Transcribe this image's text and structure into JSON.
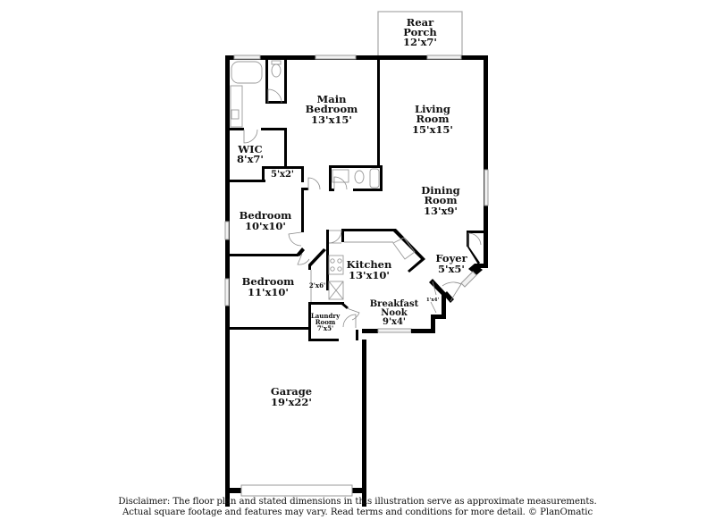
{
  "floorplan": {
    "rooms": [
      {
        "id": "rear-porch",
        "name": "Rear Porch",
        "name_lines": [
          "Rear",
          "Porch"
        ],
        "dims": "12'x7'"
      },
      {
        "id": "main-bedroom",
        "name": "Main Bedroom",
        "name_lines": [
          "Main",
          "Bedroom"
        ],
        "dims": "13'x15'"
      },
      {
        "id": "living-room",
        "name": "Living Room",
        "name_lines": [
          "Living",
          "Room"
        ],
        "dims": "15'x15'"
      },
      {
        "id": "wic",
        "name": "WIC",
        "name_lines": [
          "WIC"
        ],
        "dims": "8'x7'"
      },
      {
        "id": "closet-5x2",
        "name": "",
        "name_lines": [],
        "dims": "5'x2'"
      },
      {
        "id": "dining-room",
        "name": "Dining Room",
        "name_lines": [
          "Dining",
          "Room"
        ],
        "dims": "13'x9'"
      },
      {
        "id": "bedroom-2",
        "name": "Bedroom",
        "name_lines": [
          "Bedroom"
        ],
        "dims": "10'x10'"
      },
      {
        "id": "kitchen",
        "name": "Kitchen",
        "name_lines": [
          "Kitchen"
        ],
        "dims": "13'x10'"
      },
      {
        "id": "foyer",
        "name": "Foyer",
        "name_lines": [
          "Foyer"
        ],
        "dims": "5'x5'"
      },
      {
        "id": "bedroom-3",
        "name": "Bedroom",
        "name_lines": [
          "Bedroom"
        ],
        "dims": "11'x10'"
      },
      {
        "id": "pantry",
        "name": "",
        "name_lines": [],
        "dims": "2'x6'"
      },
      {
        "id": "closet-1x4",
        "name": "",
        "name_lines": [],
        "dims": "1'x4'"
      },
      {
        "id": "laundry-room",
        "name": "Laundry Room",
        "name_lines": [
          "Laundry",
          "Room"
        ],
        "dims": "7'x5'"
      },
      {
        "id": "breakfast-nook",
        "name": "Breakfast Nook",
        "name_lines": [
          "Breakfast",
          "Nook"
        ],
        "dims": "9'x4'"
      },
      {
        "id": "garage",
        "name": "Garage",
        "name_lines": [
          "Garage"
        ],
        "dims": "19'x22'"
      }
    ]
  },
  "disclaimer": {
    "line1": "Disclaimer: The floor plan and stated dimensions in this illustration serve as approximate measurements.",
    "line2": "Actual square footage and features may vary. Read terms and conditions for more detail. © PlanOmatic"
  }
}
